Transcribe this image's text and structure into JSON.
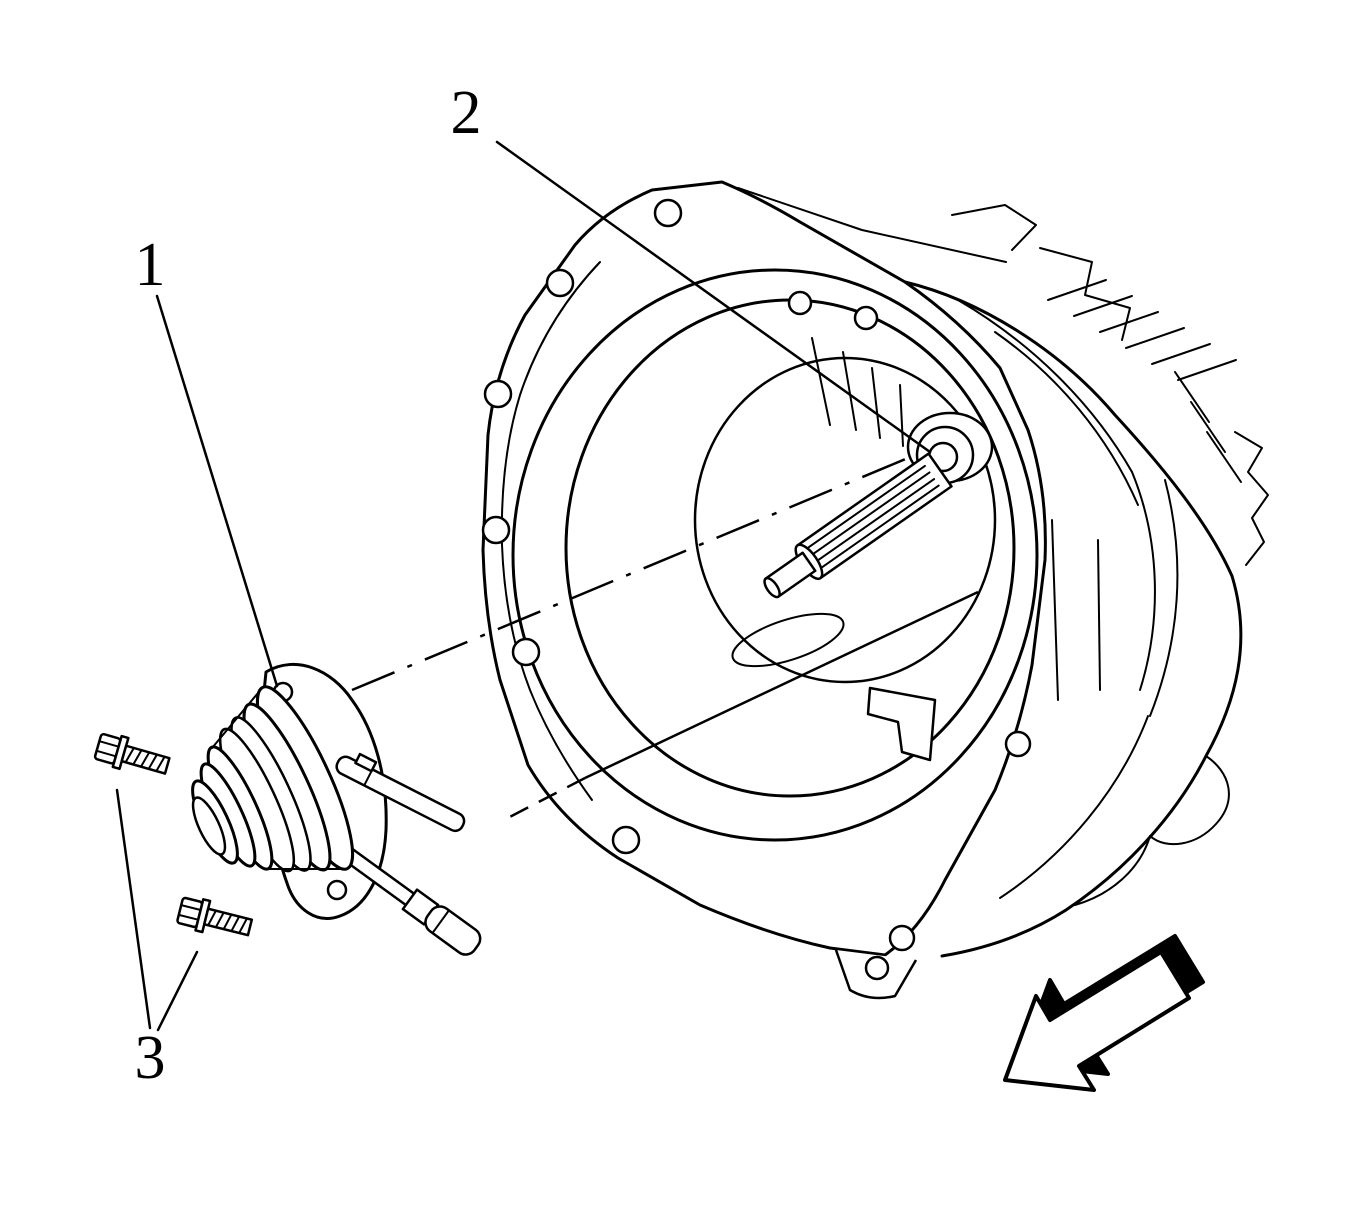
{
  "figure": {
    "kind": "exploded-parts-line-drawing",
    "callouts": {
      "c1": "1",
      "c2": "2",
      "c3": "3"
    },
    "colors": {
      "background": "#ffffff",
      "line": "#000000"
    }
  }
}
